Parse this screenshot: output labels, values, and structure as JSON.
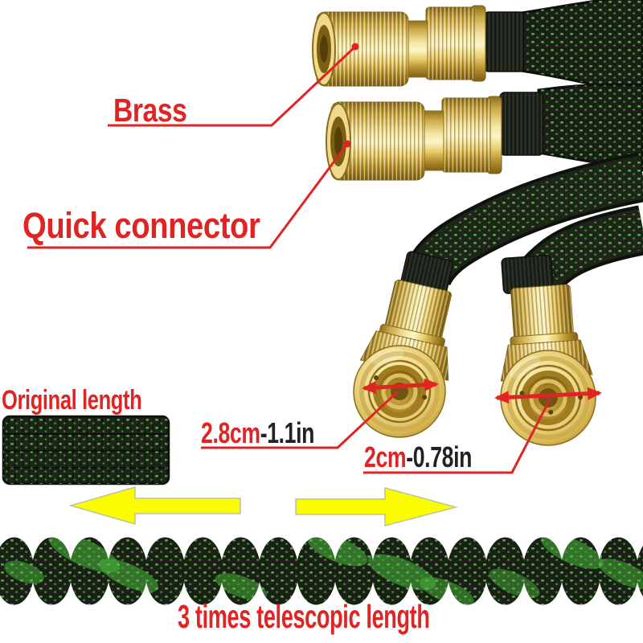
{
  "image_type": "annotated product photo of expandable garden hose with brass quick connectors",
  "background": "#ffffff",
  "labels": {
    "brass": "Brass",
    "quick_connector": "Quick connector",
    "original_length": "Original length",
    "telescopic": "3 times telescopic length"
  },
  "measurements": {
    "left": {
      "metric": "2.8cm",
      "imperial": "-1.1in"
    },
    "right": {
      "metric": "2cm",
      "imperial": "-0.78in"
    }
  },
  "colors": {
    "annotation_red": "#e02424",
    "measurement_black": "#222222",
    "arrow_yellow": "#fcfc00",
    "brass_gold": "#d9b84a",
    "hose_dark": "#1b2016",
    "hose_green": "#4fb542"
  }
}
